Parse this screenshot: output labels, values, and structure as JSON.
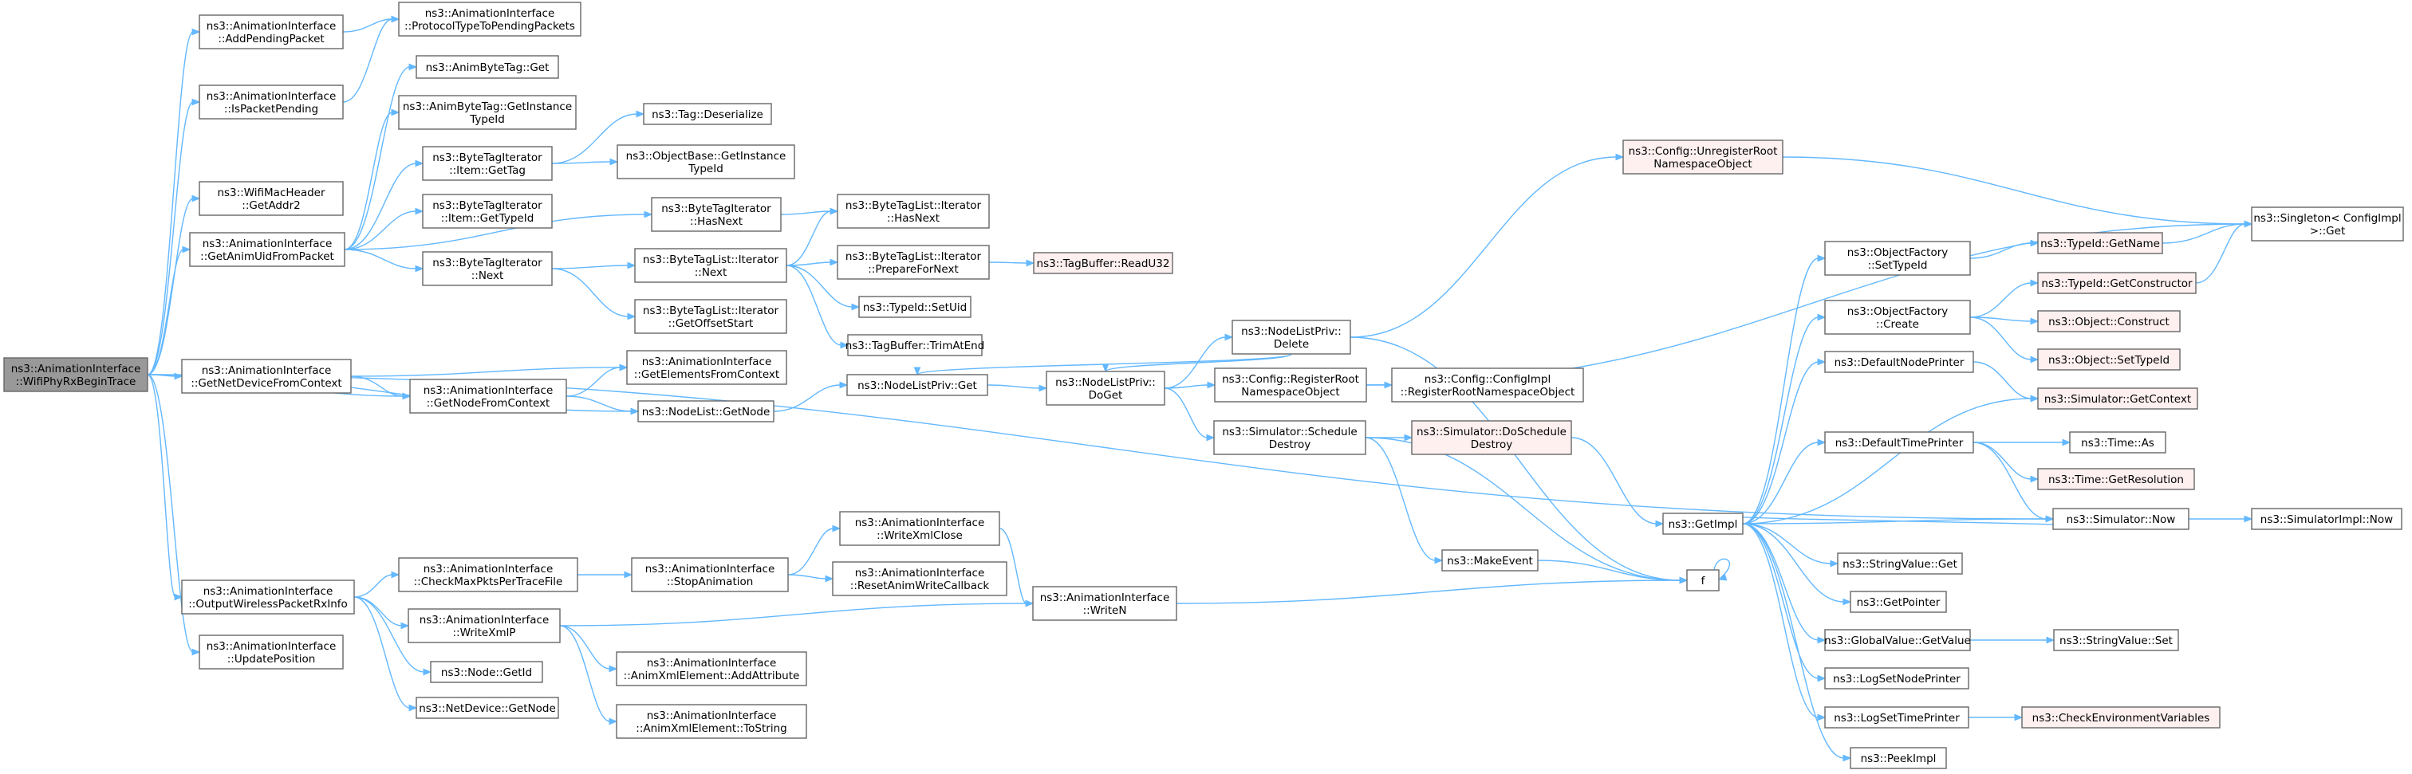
{
  "graph": {
    "colors": {
      "edge": "#63b8ff",
      "node_border": "#666666",
      "node_fill": "#ffffff",
      "root_fill": "#999999",
      "truncated_border": "#ff0000",
      "truncated_fill": "#fff0f0"
    },
    "nodes": [
      {
        "id": "root",
        "lines": [
          "ns3::AnimationInterface",
          "::WifiPhyRxBeginTrace"
        ],
        "style": "root"
      },
      {
        "id": "addPending",
        "lines": [
          "ns3::AnimationInterface",
          "::AddPendingPacket"
        ],
        "style": "normal"
      },
      {
        "id": "protoType",
        "lines": [
          "ns3::AnimationInterface",
          "::ProtocolTypeToPendingPackets"
        ],
        "style": "normal"
      },
      {
        "id": "isPending",
        "lines": [
          "ns3::AnimationInterface",
          "::IsPacketPending"
        ],
        "style": "normal"
      },
      {
        "id": "wifiMac",
        "lines": [
          "ns3::WifiMacHeader",
          "::GetAddr2"
        ],
        "style": "normal"
      },
      {
        "id": "getAnimUid",
        "lines": [
          "ns3::AnimationInterface",
          "::GetAnimUidFromPacket"
        ],
        "style": "normal"
      },
      {
        "id": "getNetDev",
        "lines": [
          "ns3::AnimationInterface",
          "::GetNetDeviceFromContext"
        ],
        "style": "normal"
      },
      {
        "id": "outputWireless",
        "lines": [
          "ns3::AnimationInterface",
          "::OutputWirelessPacketRxInfo"
        ],
        "style": "normal"
      },
      {
        "id": "updatePos",
        "lines": [
          "ns3::AnimationInterface",
          "::UpdatePosition"
        ],
        "style": "normal"
      },
      {
        "id": "animByteGet",
        "lines": [
          "ns3::AnimByteTag::Get"
        ],
        "style": "normal"
      },
      {
        "id": "animByteGetInst",
        "lines": [
          "ns3::AnimByteTag::GetInstance",
          "TypeId"
        ],
        "style": "normal"
      },
      {
        "id": "btiItemGetTag",
        "lines": [
          "ns3::ByteTagIterator",
          "::Item::GetTag"
        ],
        "style": "normal"
      },
      {
        "id": "btiItemGetTypeId",
        "lines": [
          "ns3::ByteTagIterator",
          "::Item::GetTypeId"
        ],
        "style": "normal"
      },
      {
        "id": "btiNext",
        "lines": [
          "ns3::ByteTagIterator",
          "::Next"
        ],
        "style": "normal"
      },
      {
        "id": "getNodeFromCtx",
        "lines": [
          "ns3::AnimationInterface",
          "::GetNodeFromContext"
        ],
        "style": "normal"
      },
      {
        "id": "checkMaxPkts",
        "lines": [
          "ns3::AnimationInterface",
          "::CheckMaxPktsPerTraceFile"
        ],
        "style": "normal"
      },
      {
        "id": "writeXmlP",
        "lines": [
          "ns3::AnimationInterface",
          "::WriteXmlP"
        ],
        "style": "normal"
      },
      {
        "id": "nodeGetId",
        "lines": [
          "ns3::Node::GetId"
        ],
        "style": "normal"
      },
      {
        "id": "netDevGetNode",
        "lines": [
          "ns3::NetDevice::GetNode"
        ],
        "style": "normal"
      },
      {
        "id": "tagDeserialize",
        "lines": [
          "ns3::Tag::Deserialize"
        ],
        "style": "normal"
      },
      {
        "id": "objBaseGetInst",
        "lines": [
          "ns3::ObjectBase::GetInstance",
          "TypeId"
        ],
        "style": "normal"
      },
      {
        "id": "btiHasNext",
        "lines": [
          "ns3::ByteTagIterator",
          "::HasNext"
        ],
        "style": "normal"
      },
      {
        "id": "btlIterNext",
        "lines": [
          "ns3::ByteTagList::Iterator",
          "::Next"
        ],
        "style": "normal"
      },
      {
        "id": "btlGetOffset",
        "lines": [
          "ns3::ByteTagList::Iterator",
          "::GetOffsetStart"
        ],
        "style": "normal"
      },
      {
        "id": "getElemsFromCtx",
        "lines": [
          "ns3::AnimationInterface",
          "::GetElementsFromContext"
        ],
        "style": "normal"
      },
      {
        "id": "nodeListGetNode",
        "lines": [
          "ns3::NodeList::GetNode"
        ],
        "style": "normal"
      },
      {
        "id": "stopAnimation",
        "lines": [
          "ns3::AnimationInterface",
          "::StopAnimation"
        ],
        "style": "normal"
      },
      {
        "id": "animAddAttr",
        "lines": [
          "ns3::AnimationInterface",
          "::AnimXmlElement::AddAttribute"
        ],
        "style": "normal"
      },
      {
        "id": "animToString",
        "lines": [
          "ns3::AnimationInterface",
          "::AnimXmlElement::ToString"
        ],
        "style": "normal"
      },
      {
        "id": "btlHasNext",
        "lines": [
          "ns3::ByteTagList::Iterator",
          "::HasNext"
        ],
        "style": "normal"
      },
      {
        "id": "btlPrepare",
        "lines": [
          "ns3::ByteTagList::Iterator",
          "::PrepareForNext"
        ],
        "style": "normal"
      },
      {
        "id": "typeIdSetUid",
        "lines": [
          "ns3::TypeId::SetUid"
        ],
        "style": "normal"
      },
      {
        "id": "tagBufTrim",
        "lines": [
          "ns3::TagBuffer::TrimAtEnd"
        ],
        "style": "normal"
      },
      {
        "id": "nodeListPrivGet",
        "lines": [
          "ns3::NodeListPriv::Get"
        ],
        "style": "normal"
      },
      {
        "id": "writeXmlClose",
        "lines": [
          "ns3::AnimationInterface",
          "::WriteXmlClose"
        ],
        "style": "normal"
      },
      {
        "id": "resetAnimWrite",
        "lines": [
          "ns3::AnimationInterface",
          "::ResetAnimWriteCallback"
        ],
        "style": "normal"
      },
      {
        "id": "writeN",
        "lines": [
          "ns3::AnimationInterface",
          "::WriteN"
        ],
        "style": "normal"
      },
      {
        "id": "tagBufRead",
        "lines": [
          "ns3::TagBuffer::ReadU32"
        ],
        "style": "trunc"
      },
      {
        "id": "nodeListPrivDoGet",
        "lines": [
          "ns3::NodeListPriv::",
          "DoGet"
        ],
        "style": "normal"
      },
      {
        "id": "nodeListPrivDelete",
        "lines": [
          "ns3::NodeListPriv::",
          "Delete"
        ],
        "style": "normal"
      },
      {
        "id": "configUnregister",
        "lines": [
          "ns3::Config::UnregisterRoot",
          "NamespaceObject"
        ],
        "style": "trunc"
      },
      {
        "id": "configRegister",
        "lines": [
          "ns3::Config::RegisterRoot",
          "NamespaceObject"
        ],
        "style": "normal"
      },
      {
        "id": "configImplRegister",
        "lines": [
          "ns3::Config::ConfigImpl",
          "::RegisterRootNamespaceObject"
        ],
        "style": "normal"
      },
      {
        "id": "simScheduleDestroy",
        "lines": [
          "ns3::Simulator::Schedule",
          "Destroy"
        ],
        "style": "normal"
      },
      {
        "id": "simDoSchedule",
        "lines": [
          "ns3::Simulator::DoSchedule",
          "Destroy"
        ],
        "style": "trunc"
      },
      {
        "id": "makeEvent",
        "lines": [
          "ns3::MakeEvent"
        ],
        "style": "normal"
      },
      {
        "id": "f",
        "lines": [
          "f"
        ],
        "style": "normal"
      },
      {
        "id": "getImpl",
        "lines": [
          "ns3::GetImpl"
        ],
        "style": "normal"
      },
      {
        "id": "objFactSetTypeId",
        "lines": [
          "ns3::ObjectFactory",
          "::SetTypeId"
        ],
        "style": "normal"
      },
      {
        "id": "objFactCreate",
        "lines": [
          "ns3::ObjectFactory",
          "::Create"
        ],
        "style": "normal"
      },
      {
        "id": "defaultNodePrinter",
        "lines": [
          "ns3::DefaultNodePrinter"
        ],
        "style": "normal"
      },
      {
        "id": "defaultTimePrinter",
        "lines": [
          "ns3::DefaultTimePrinter"
        ],
        "style": "normal"
      },
      {
        "id": "stringValueGet",
        "lines": [
          "ns3::StringValue::Get"
        ],
        "style": "normal"
      },
      {
        "id": "getPointer",
        "lines": [
          "ns3::GetPointer"
        ],
        "style": "normal"
      },
      {
        "id": "globalValueGet",
        "lines": [
          "ns3::GlobalValue::GetValue"
        ],
        "style": "normal"
      },
      {
        "id": "logSetNodePrinter",
        "lines": [
          "ns3::LogSetNodePrinter"
        ],
        "style": "normal"
      },
      {
        "id": "logSetTimePrinter",
        "lines": [
          "ns3::LogSetTimePrinter"
        ],
        "style": "normal"
      },
      {
        "id": "peekImpl",
        "lines": [
          "ns3::PeekImpl"
        ],
        "style": "normal"
      },
      {
        "id": "typeIdGetName",
        "lines": [
          "ns3::TypeId::GetName"
        ],
        "style": "trunc"
      },
      {
        "id": "typeIdGetCtor",
        "lines": [
          "ns3::TypeId::GetConstructor"
        ],
        "style": "trunc"
      },
      {
        "id": "objectConstruct",
        "lines": [
          "ns3::Object::Construct"
        ],
        "style": "trunc"
      },
      {
        "id": "objectSetTypeId",
        "lines": [
          "ns3::Object::SetTypeId"
        ],
        "style": "trunc"
      },
      {
        "id": "simGetContext",
        "lines": [
          "ns3::Simulator::GetContext"
        ],
        "style": "trunc"
      },
      {
        "id": "timeAs",
        "lines": [
          "ns3::Time::As"
        ],
        "style": "normal"
      },
      {
        "id": "timeGetRes",
        "lines": [
          "ns3::Time::GetResolution"
        ],
        "style": "trunc"
      },
      {
        "id": "simNow",
        "lines": [
          "ns3::Simulator::Now"
        ],
        "style": "normal"
      },
      {
        "id": "stringValueSet",
        "lines": [
          "ns3::StringValue::Set"
        ],
        "style": "normal"
      },
      {
        "id": "checkEnvVars",
        "lines": [
          "ns3::CheckEnvironmentVariables"
        ],
        "style": "trunc"
      },
      {
        "id": "singletonGet",
        "lines": [
          "ns3::Singleton< ConfigImpl",
          " >::Get"
        ],
        "style": "normal"
      },
      {
        "id": "simImplNow",
        "lines": [
          "ns3::SimulatorImpl::Now"
        ],
        "style": "normal"
      }
    ]
  }
}
